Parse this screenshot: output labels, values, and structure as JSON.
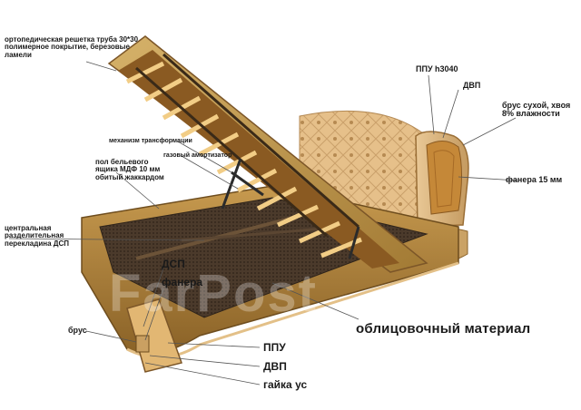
{
  "labels": {
    "orthopedic_grid": "ортопедическая решетка труба 30*30 полимерное покрытие, березовые ламели",
    "transform_mechanism": "механизм трансформации",
    "gas_shock": "газовый амортизатор",
    "drawer_floor": "пол бельевого ящика МДФ 10 мм обитый жаккардом",
    "central_crossbar": "центральная разделительная перекладина ДСП",
    "ppu_h3040": "ППУ h3040",
    "dvp_top": "ДВП",
    "dry_beam": "брус сухой, хвоя 8% влажности",
    "plywood_15": "фанера 15 мм",
    "dsp": "ДСП",
    "plywood": "фанера",
    "beam": "брус",
    "facing_material": "облицовочный материал",
    "ppu": "ППУ",
    "dvp_bottom": "ДВП",
    "nut": "гайка ус"
  },
  "watermark": "FarPost"
}
